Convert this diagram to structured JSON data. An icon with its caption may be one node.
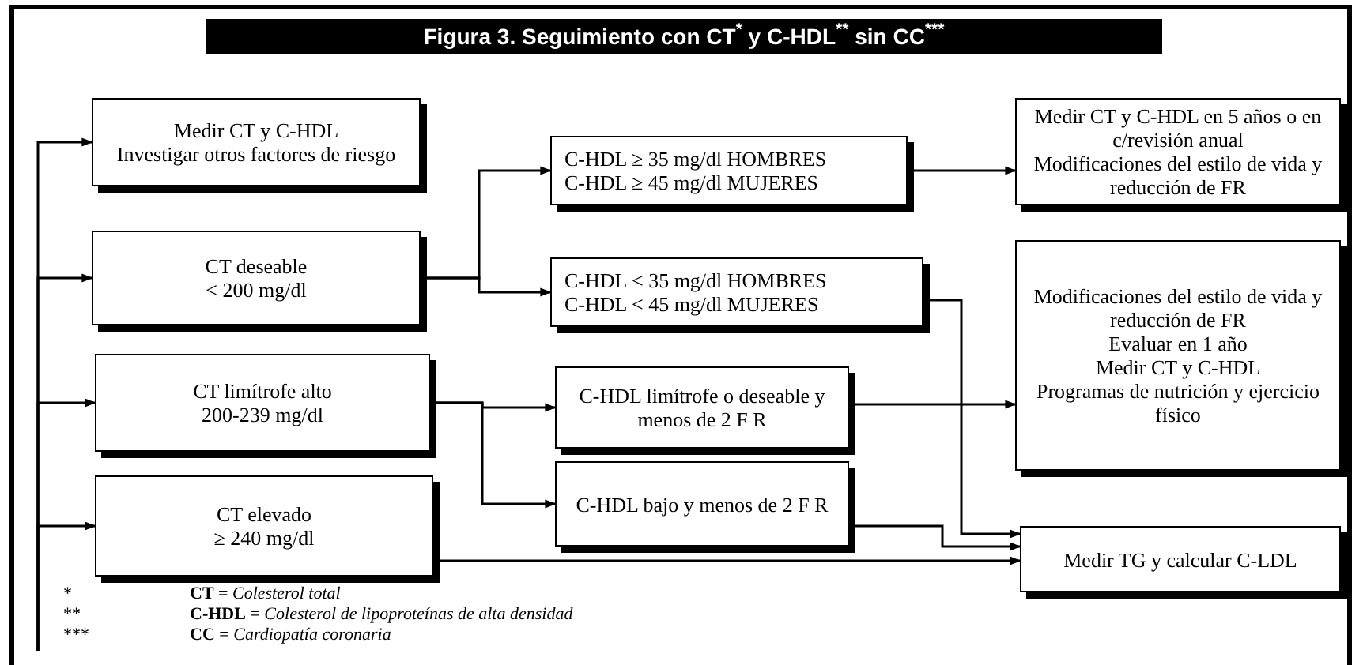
{
  "diagram": {
    "title": "Figura 3. Seguimiento con CT$^{*}$ y C-HDL$^{**}$ sin CC$^{***}$",
    "nodes": [
      {
        "text": [
          "Medir CT y C-HDL",
          "Investigar otros factores de riesgo"
        ]
      },
      {
        "text": [
          "CT deseable",
          "< 200 mg/dl"
        ]
      },
      {
        "text": [
          "CT limítrofe alto",
          "200-239 mg/dl"
        ]
      },
      {
        "text": [
          "CT elevado",
          "≥ 240 mg/dl"
        ]
      },
      {
        "text": [
          "C-HDL ≥ 35 mg/dl HOMBRES",
          "C-HDL ≥ 45 mg/dl MUJERES"
        ]
      },
      {
        "text": [
          "C-HDL < 35 mg/dl HOMBRES",
          "C-HDL < 45 mg/dl MUJERES"
        ]
      },
      {
        "text": [
          "C-HDL limítrofe o deseable y menos de 2 F R"
        ]
      },
      {
        "text": [
          "C-HDL bajo y menos de 2 F R"
        ]
      },
      {
        "text": [
          "Medir CT y C-HDL en 5 años o en c/revisión anual",
          "Modificaciones del estilo de vida y reducción de FR"
        ]
      },
      {
        "text": [
          "Modificaciones del estilo de vida y reducción de FR",
          "Evaluar en 1 año",
          "Medir CT y C-HDL",
          "Programas de nutrición y ejercicio físico"
        ]
      },
      {
        "text": [
          "Medir TG y calcular C-LDL"
        ]
      }
    ],
    "edges": [
      {
        "from": null,
        "to": 0,
        "arrow": "to"
      },
      {
        "from": null,
        "to": 1,
        "arrow": "to"
      },
      {
        "from": null,
        "to": 2,
        "arrow": "to"
      },
      {
        "from": null,
        "to": 3,
        "arrow": "to"
      },
      {
        "from": 1,
        "to": 4,
        "arrow": "to"
      },
      {
        "from": 1,
        "to": 5,
        "arrow": "to"
      },
      {
        "from": 4,
        "to": 8,
        "arrow": "to"
      },
      {
        "from": 5,
        "to": 10,
        "arrow": "to"
      },
      {
        "from": 2,
        "to": 6,
        "arrow": "to"
      },
      {
        "from": 2,
        "to": 7,
        "arrow": "to"
      },
      {
        "from": 6,
        "to": 9,
        "arrow": "to"
      },
      {
        "from": 7,
        "to": 10,
        "arrow": "to"
      },
      {
        "from": 3,
        "to": 10,
        "arrow": "to"
      }
    ],
    "labels": [
      "*",
      "**CT** = *Colesterol total*",
      "**",
      "**C-HDL** = *Colesterol de lipoproteínas de alta densidad*",
      "***",
      "**CC** = *Cardiopatía coronaria*"
    ]
  }
}
